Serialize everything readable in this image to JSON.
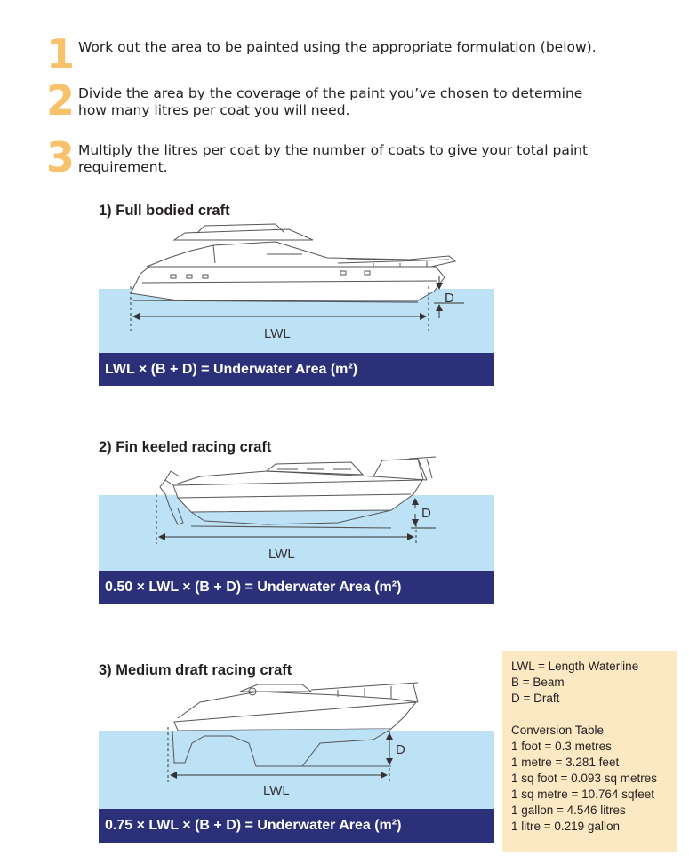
{
  "steps": [
    {
      "number": "1",
      "text": "Work out the area to be painted using the appropriate formulation (below)."
    },
    {
      "number": "2",
      "text": "Divide the area by the coverage of the paint you’ve chosen to determine how many litres per coat you will need."
    },
    {
      "number": "3",
      "text": "Multiply the litres per coat by the number of coats to give your total paint requirement."
    }
  ],
  "sections": [
    {
      "title": "1) Full bodied craft",
      "formula": "LWL × (B + D) = Underwater Area (m²)",
      "lwl_label": "LWL",
      "draft_label": "D"
    },
    {
      "title": "2) Fin keeled racing craft",
      "formula": "0.50 × LWL × (B + D) = Underwater Area (m²)",
      "lwl_label": "LWL",
      "draft_label": "D"
    },
    {
      "title": "3) Medium draft racing craft",
      "formula": "0.75 × LWL × (B + D) = Underwater Area (m²)",
      "lwl_label": "LWL",
      "draft_label": "D"
    }
  ],
  "legend": {
    "definitions": [
      "LWL = Length Waterline",
      "B = Beam",
      "D = Draft"
    ],
    "conversion_title": "Conversion Table",
    "conversions": [
      "1 foot = 0.3 metres",
      "1 metre = 3.281 feet",
      "1 sq foot = 0.093 sq metres",
      "1 sq metre = 10.764 sqfeet",
      "1 gallon = 4.546 litres",
      "1 litre = 0.219 gallon"
    ]
  },
  "colors": {
    "step_number": "#f7c26b",
    "water": "#bde1f5",
    "formula_bar": "#2b3078",
    "legend_bg": "#fde8c4"
  }
}
